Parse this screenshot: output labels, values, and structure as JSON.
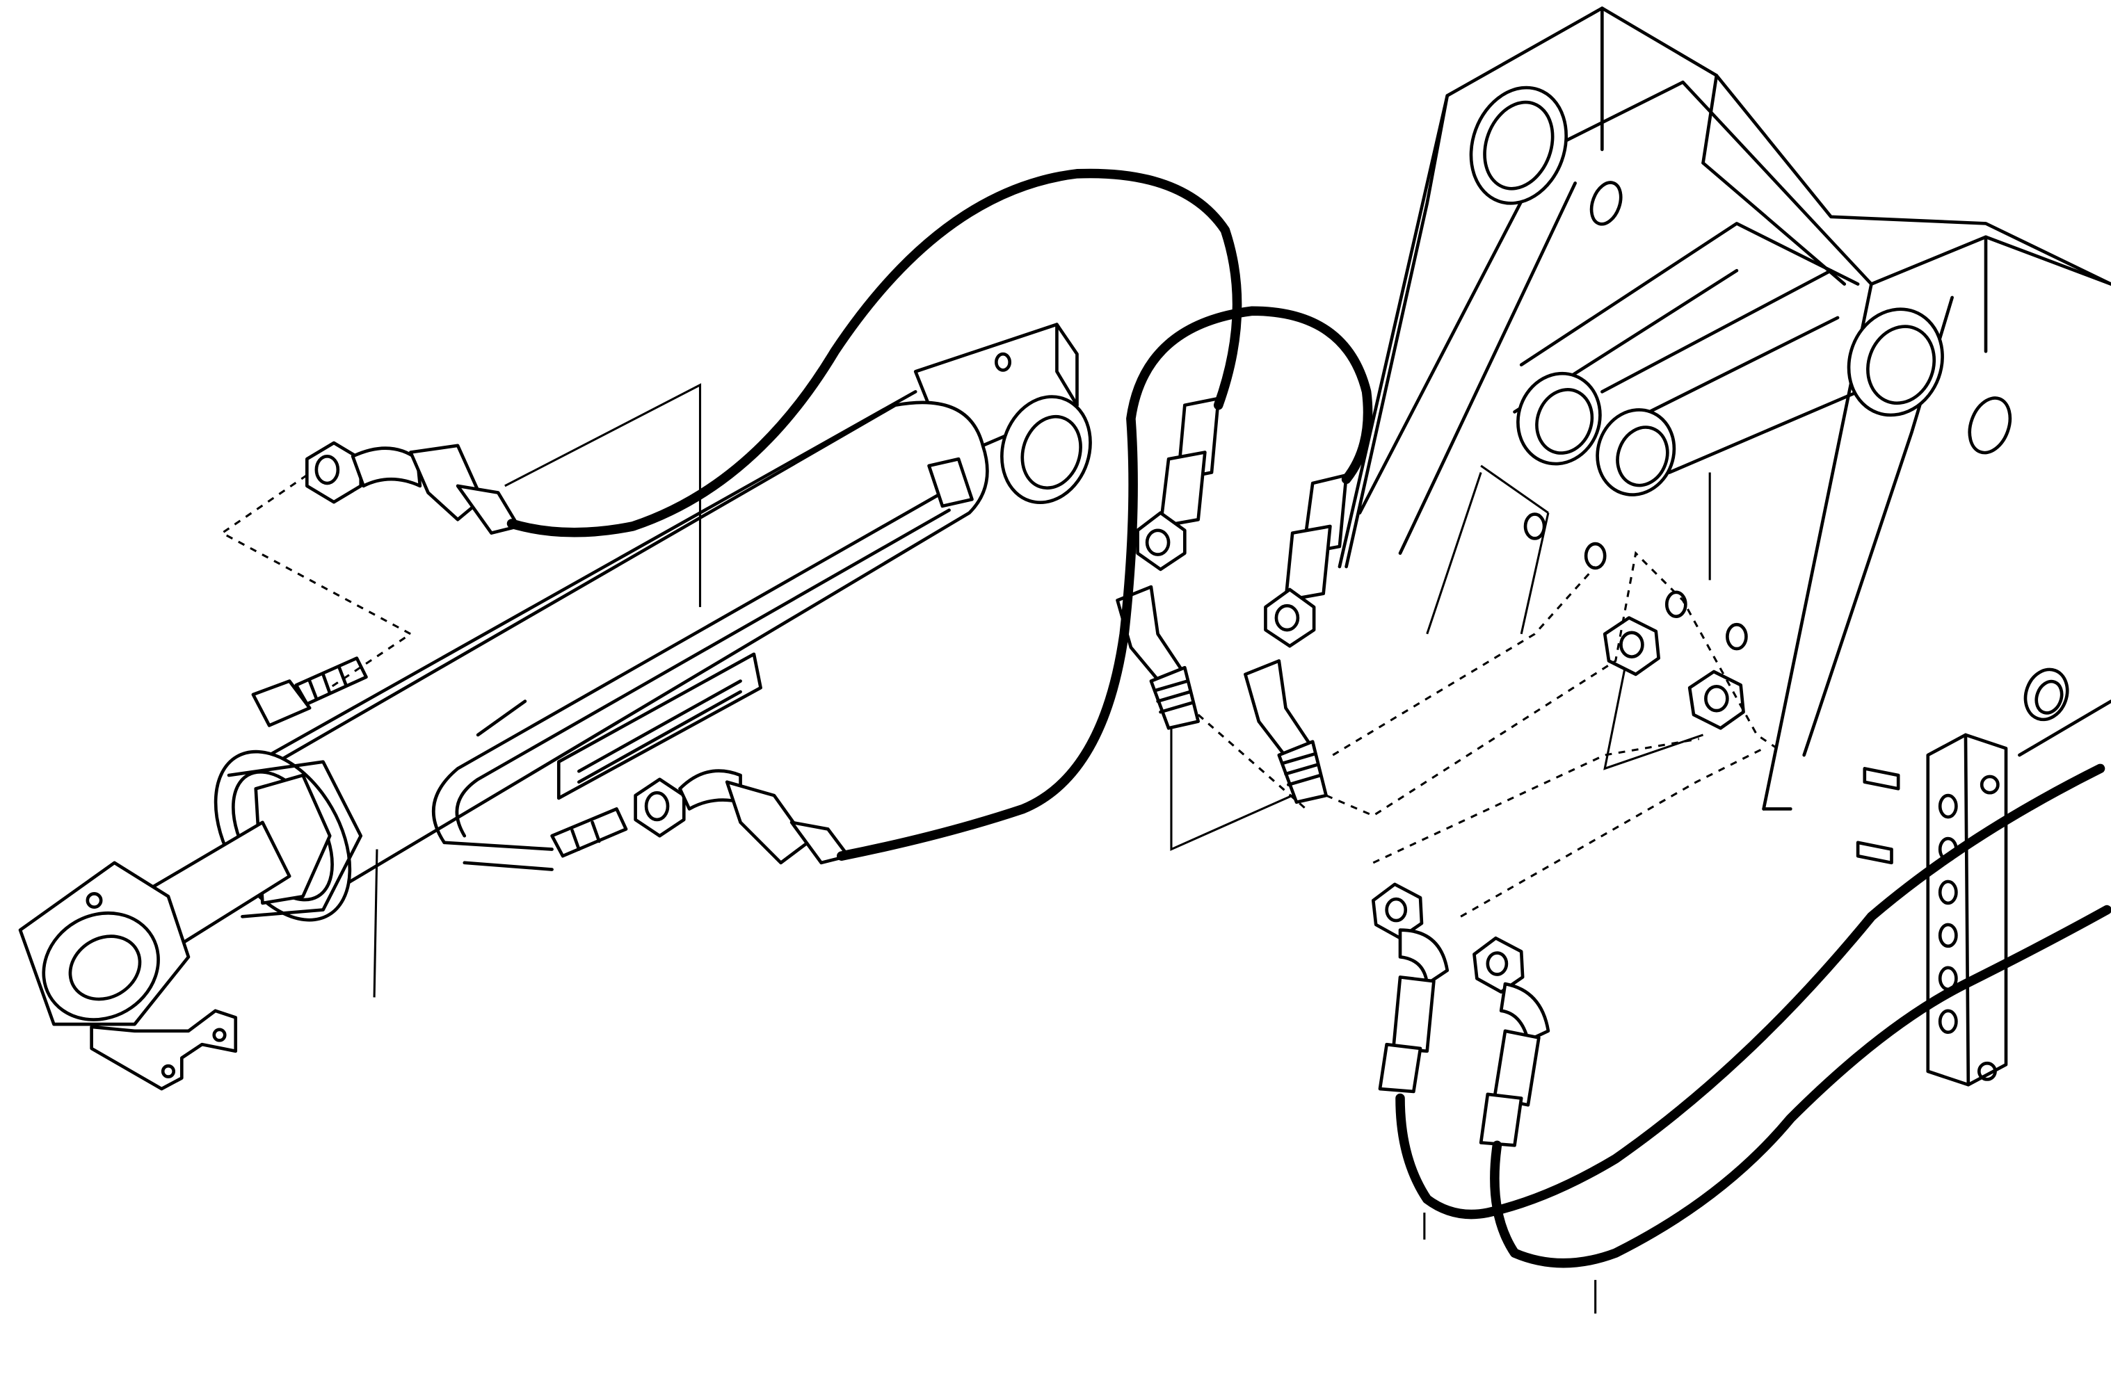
{
  "diagram": {
    "type": "exploded-parts-illustration",
    "labels": [],
    "colors": {
      "line": "#000000",
      "background": "#ffffff"
    },
    "parts": [
      "hydraulic-cylinder",
      "cylinder-rod-eye",
      "mounting-bracket",
      "frame-bracket",
      "hydraulic-hose",
      "elbow-fitting",
      "straight-fitting",
      "hose-nut",
      "hex-nut",
      "hose-clamp-bar"
    ]
  }
}
